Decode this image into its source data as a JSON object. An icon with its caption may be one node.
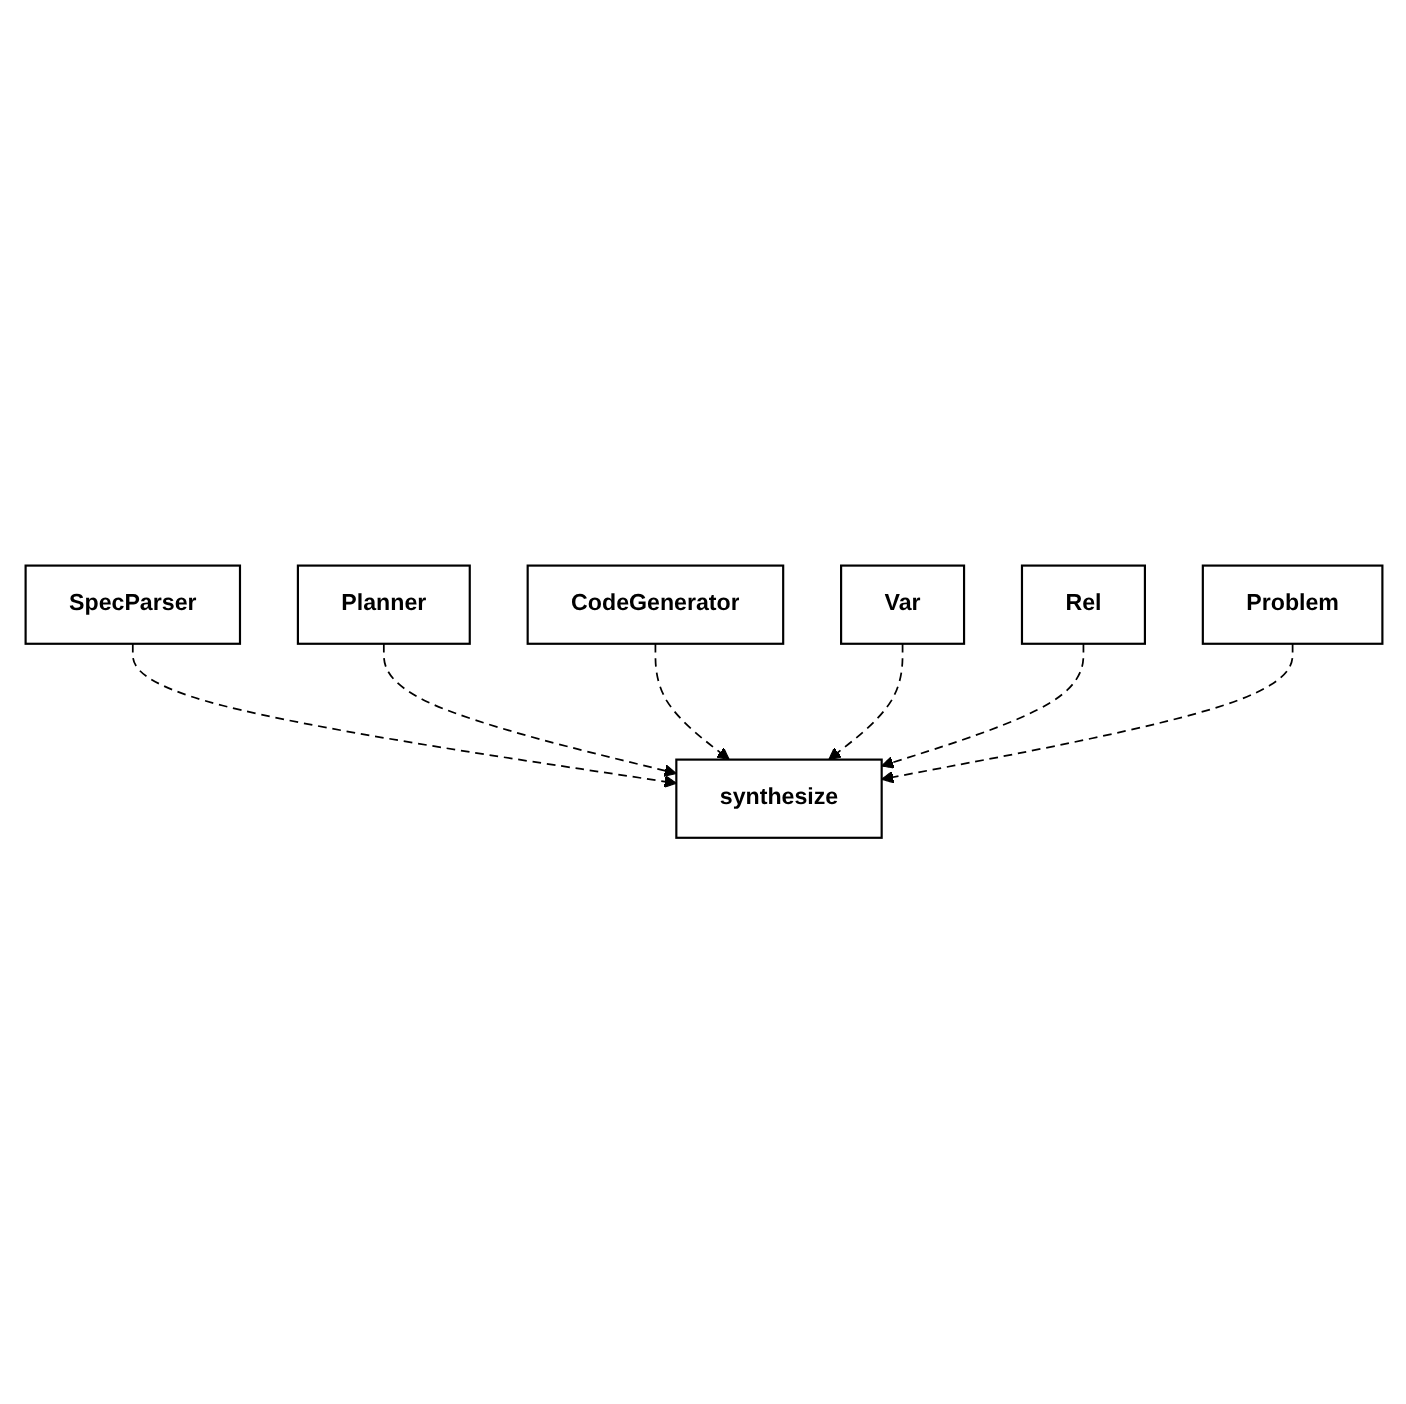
{
  "diagram": {
    "nodes": [
      {
        "text": [
          "SpecParser"
        ]
      },
      {
        "text": [
          "Planner"
        ]
      },
      {
        "text": [
          "CodeGenerator"
        ]
      },
      {
        "text": [
          "synthesize"
        ]
      },
      {
        "text": [
          "Var"
        ]
      },
      {
        "text": [
          "Rel"
        ]
      },
      {
        "text": [
          "Problem"
        ]
      }
    ],
    "edges": [
      {
        "from": 0,
        "to": 3,
        "arrow": "to",
        "style": "dashed"
      },
      {
        "from": 1,
        "to": 3,
        "arrow": "to",
        "style": "dashed"
      },
      {
        "from": 2,
        "to": 3,
        "arrow": "to",
        "style": "dashed"
      },
      {
        "from": 4,
        "to": 3,
        "arrow": "to",
        "style": "dashed"
      },
      {
        "from": 5,
        "to": 3,
        "arrow": "to",
        "style": "dashed"
      },
      {
        "from": 6,
        "to": 3,
        "arrow": "to",
        "style": "dashed"
      }
    ]
  }
}
